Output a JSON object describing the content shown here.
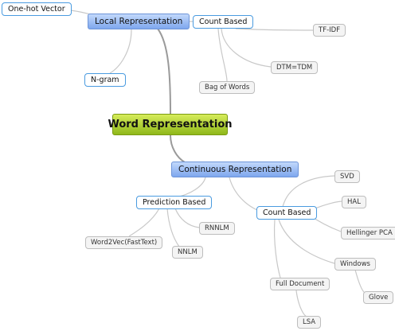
{
  "central": "Word Representation",
  "local": "Local Representation",
  "continuous": "Continuous Representation",
  "onehot": "One-hot Vector",
  "ngram": "N-gram",
  "count_local": "Count Based",
  "tfidf": "TF-IDF",
  "dtm": "DTM=TDM",
  "bow": "Bag of Words",
  "prediction": "Prediction Based",
  "rnnlm": "RNNLM",
  "w2v": "Word2Vec(FastText)",
  "nnlm": "NNLM",
  "count_cont": "Count Based",
  "svd": "SVD",
  "hal": "HAL",
  "hellinger": "Hellinger PCA",
  "windows": "Windows",
  "glove": "Glove",
  "fulldoc": "Full Document",
  "lsa": "LSA",
  "colors": {
    "central": "#a6c82a",
    "main": "#8fb2f0",
    "sub_border": "#4a9be0",
    "leaf_border": "#bdbdbd",
    "main_link": "#9a9a9a",
    "link": "#c8c8c8"
  }
}
